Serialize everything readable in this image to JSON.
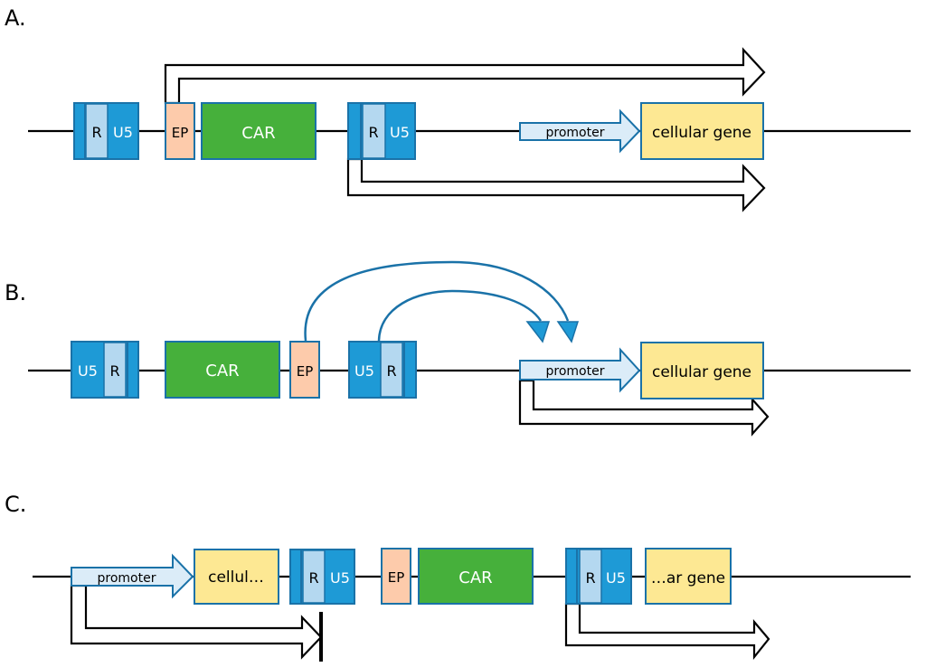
{
  "figure": {
    "panels": [
      {
        "id": "A",
        "label": "A.",
        "elements": {
          "ltr5_r": "R",
          "ltr5_u5": "U5",
          "ep": "EP",
          "car": "CAR",
          "ltr3_r": "R",
          "ltr3_u5": "U5",
          "promoter": "promoter",
          "gene": "cellular gene"
        },
        "description": "Read-through transcripts from EP and 3' LTR extend past the cellular gene"
      },
      {
        "id": "B",
        "label": "B.",
        "elements": {
          "ltr5_u5": "U5",
          "ltr5_r": "R",
          "car": "CAR",
          "ep": "EP",
          "ltr3_u5": "U5",
          "ltr3_r": "R",
          "promoter": "promoter",
          "gene": "cellular gene"
        },
        "description": "Enhancer activity of EP and LTR acting on the cellular promoter"
      },
      {
        "id": "C",
        "label": "C.",
        "elements": {
          "promoter": "promoter",
          "gene_5prime": "cellul…",
          "ltr5_r": "R",
          "ltr5_u5": "U5",
          "ep": "EP",
          "car": "CAR",
          "ltr3_r": "R",
          "ltr3_u5": "U5",
          "gene_3prime": "…ar gene"
        },
        "description": "Insertion within a cellular gene; transcript terminated at the LTR, new transcript from 3' LTR"
      }
    ],
    "colors": {
      "ltr_dark": "#1e9ad6",
      "ltr_r": "#b4d8f0",
      "outline": "#1a72a8",
      "ep": "#fdcbab",
      "car": "#46b03b",
      "gene": "#fde893",
      "promoter": "#dbecf8"
    }
  }
}
